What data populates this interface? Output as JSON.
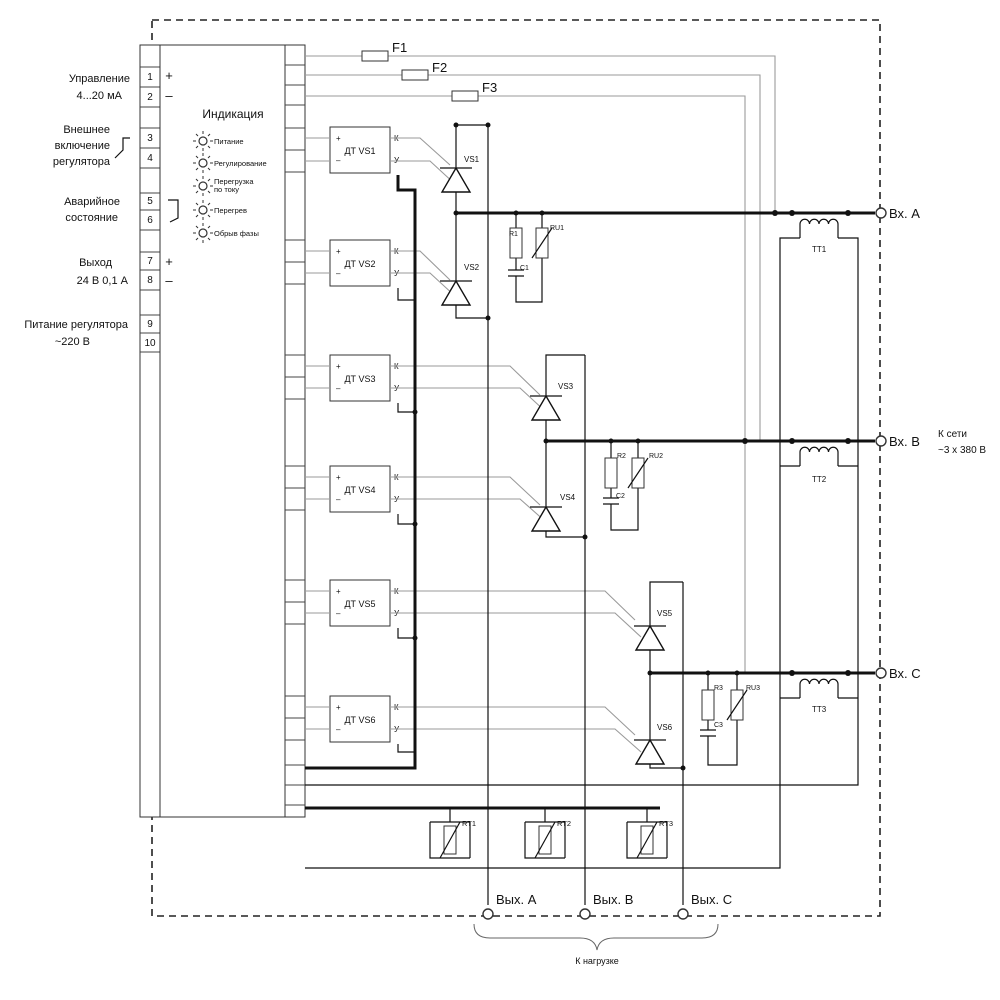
{
  "left_labels": {
    "control": [
      "Управление",
      "4...20 мА"
    ],
    "ext_enable": [
      "Внешнее",
      "включение",
      "регулятора"
    ],
    "alarm": [
      "Аварийное",
      "состояние"
    ],
    "output": [
      "Выход",
      "24 В   0,1 А"
    ],
    "power": [
      "Питание регулятора",
      "~220 В"
    ]
  },
  "terminal_numbers": [
    "1",
    "2",
    "3",
    "4",
    "5",
    "6",
    "7",
    "8",
    "9",
    "10"
  ],
  "signs": {
    "plus": "+",
    "minus": "–"
  },
  "indication": {
    "title": "Индикация",
    "items": [
      "Питание",
      "Регулирование",
      "Перегрузка",
      "по току",
      "Перегрев",
      "Обрыв фазы"
    ]
  },
  "drivers": [
    "ДТ VS1",
    "ДТ VS2",
    "ДТ VS3",
    "ДТ VS4",
    "ДТ VS5",
    "ДТ VS6"
  ],
  "driver_pins": {
    "k": "К",
    "u": "У",
    "plus": "+",
    "minus": "–"
  },
  "thyristors": [
    "VS1",
    "VS2",
    "VS3",
    "VS4",
    "VS5",
    "VS6"
  ],
  "fuses": [
    "F1",
    "F2",
    "F3"
  ],
  "snubbers": [
    {
      "r": "R1",
      "c": "C1",
      "ru": "RU1"
    },
    {
      "r": "R2",
      "c": "C2",
      "ru": "RU2"
    },
    {
      "r": "R3",
      "c": "C3",
      "ru": "RU3"
    }
  ],
  "current_transformers": [
    "TT1",
    "TT2",
    "TT3"
  ],
  "inputs": [
    "Вх. А",
    "Вх. В",
    "Вх. С"
  ],
  "network_label": [
    "К сети",
    "~3 х 380 В"
  ],
  "outputs": [
    "Вых. А",
    "Вых. В",
    "Вых. С"
  ],
  "load_label": "К нагрузке",
  "thermistors": [
    "RT1",
    "RT2",
    "RT3"
  ]
}
